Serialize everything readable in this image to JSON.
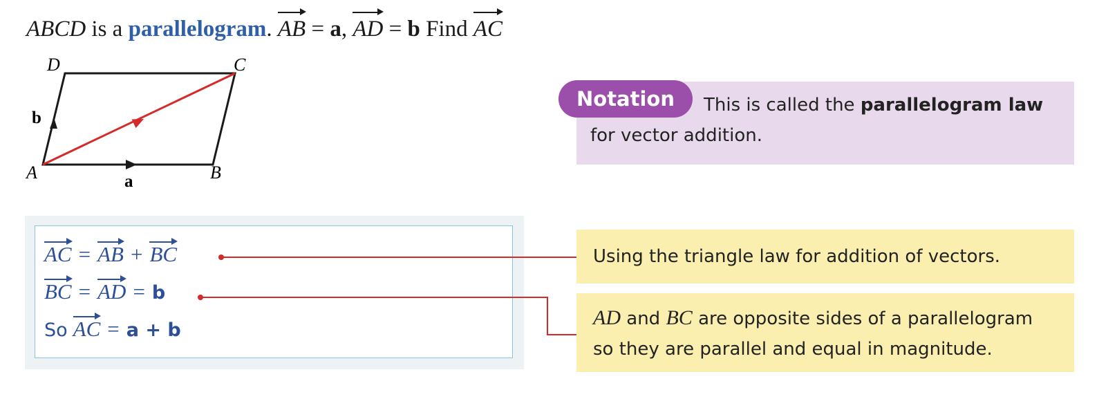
{
  "question": {
    "shape": "ABCD",
    "is_a": "is a",
    "keyword": "parallelogram",
    "period": ".",
    "ab": "AB",
    "eq": "=",
    "a": "a",
    "comma": ",",
    "ad": "AD",
    "b": "b",
    "find": "Find",
    "ac": "AC"
  },
  "diagram": {
    "labels": {
      "A": "A",
      "B": "B",
      "C": "C",
      "D": "D",
      "a": "a",
      "b": "b"
    },
    "colors": {
      "edges": "#1a1a1a",
      "diagonal": "#d52a2a"
    }
  },
  "notation": {
    "tag": "Notation",
    "text_before": "This is called the",
    "text_bold": "parallelogram law",
    "text_after": "for vector addition.",
    "colors": {
      "tag_bg": "#9b4faa",
      "box_bg": "#e8d9ec"
    }
  },
  "working": {
    "line1": {
      "lhs": "AC",
      "eq": "=",
      "t1": "AB",
      "plus": "+",
      "t2": "BC"
    },
    "line2": {
      "lhs": "BC",
      "eq1": "=",
      "mid": "AD",
      "eq2": "=",
      "rhs": "b"
    },
    "line3": {
      "so": "So",
      "lhs": "AC",
      "eq": "=",
      "rhs": "a + b"
    },
    "colors": {
      "text": "#2d4f97",
      "frame": "#88c6e0"
    }
  },
  "notes": {
    "note1": "Using the triangle law for addition of vectors.",
    "note2": {
      "s1": "AD",
      "and": "and",
      "s2": "BC",
      "rest1": "are opposite sides of a parallelogram",
      "rest2": "so they are parallel and equal in magnitude."
    },
    "colors": {
      "bg": "#fbefb0",
      "connector": "#d52a2a"
    }
  }
}
